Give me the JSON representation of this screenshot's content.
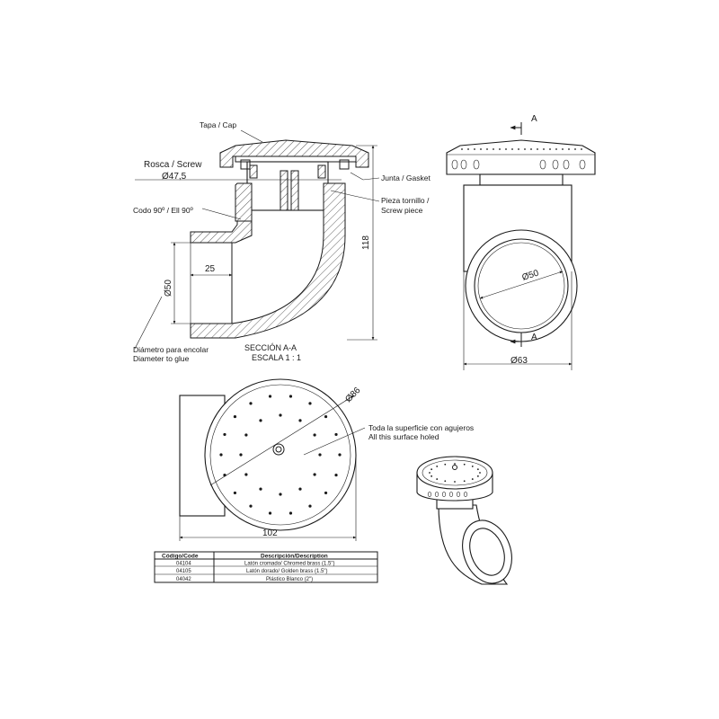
{
  "section_view": {
    "cap_label": "Tapa / Cap",
    "screw_label": "Rosca / Screw",
    "screw_dia": "Ø47,5",
    "gasket_label": "Junta / Gasket",
    "screw_piece_label_1": "Pieza tornillo /",
    "screw_piece_label_2": "Screw piece",
    "elbow_label": "Codo 90º / Ell 90º",
    "dim_height": "118",
    "dim_socket": "25",
    "dim_dia": "Ø50",
    "glue_label_1": "Diámetro para encolar",
    "glue_label_2": "Diameter to glue",
    "section_title": "SECCIÓN A-A",
    "scale": "ESCALA 1 : 1"
  },
  "side_view": {
    "section_mark_top": "A",
    "section_mark_bottom": "A",
    "dim_inner": "Ø50",
    "dim_outer": "Ø63"
  },
  "top_view": {
    "dim_cap": "Ø86",
    "dim_width": "102",
    "surface_note_1": "Toda la superficie con agujeros",
    "surface_note_2": "All this surface holed"
  },
  "table": {
    "headers": [
      "Código/Code",
      "Descripción/Description"
    ],
    "rows": [
      [
        "04104",
        "Latón cromado/ Chromed brass (1.5\")"
      ],
      [
        "04105",
        "Latón dorado/ Golden brass (1.5\")"
      ],
      [
        "04042",
        "Plástico Blanco (2\")"
      ]
    ]
  }
}
